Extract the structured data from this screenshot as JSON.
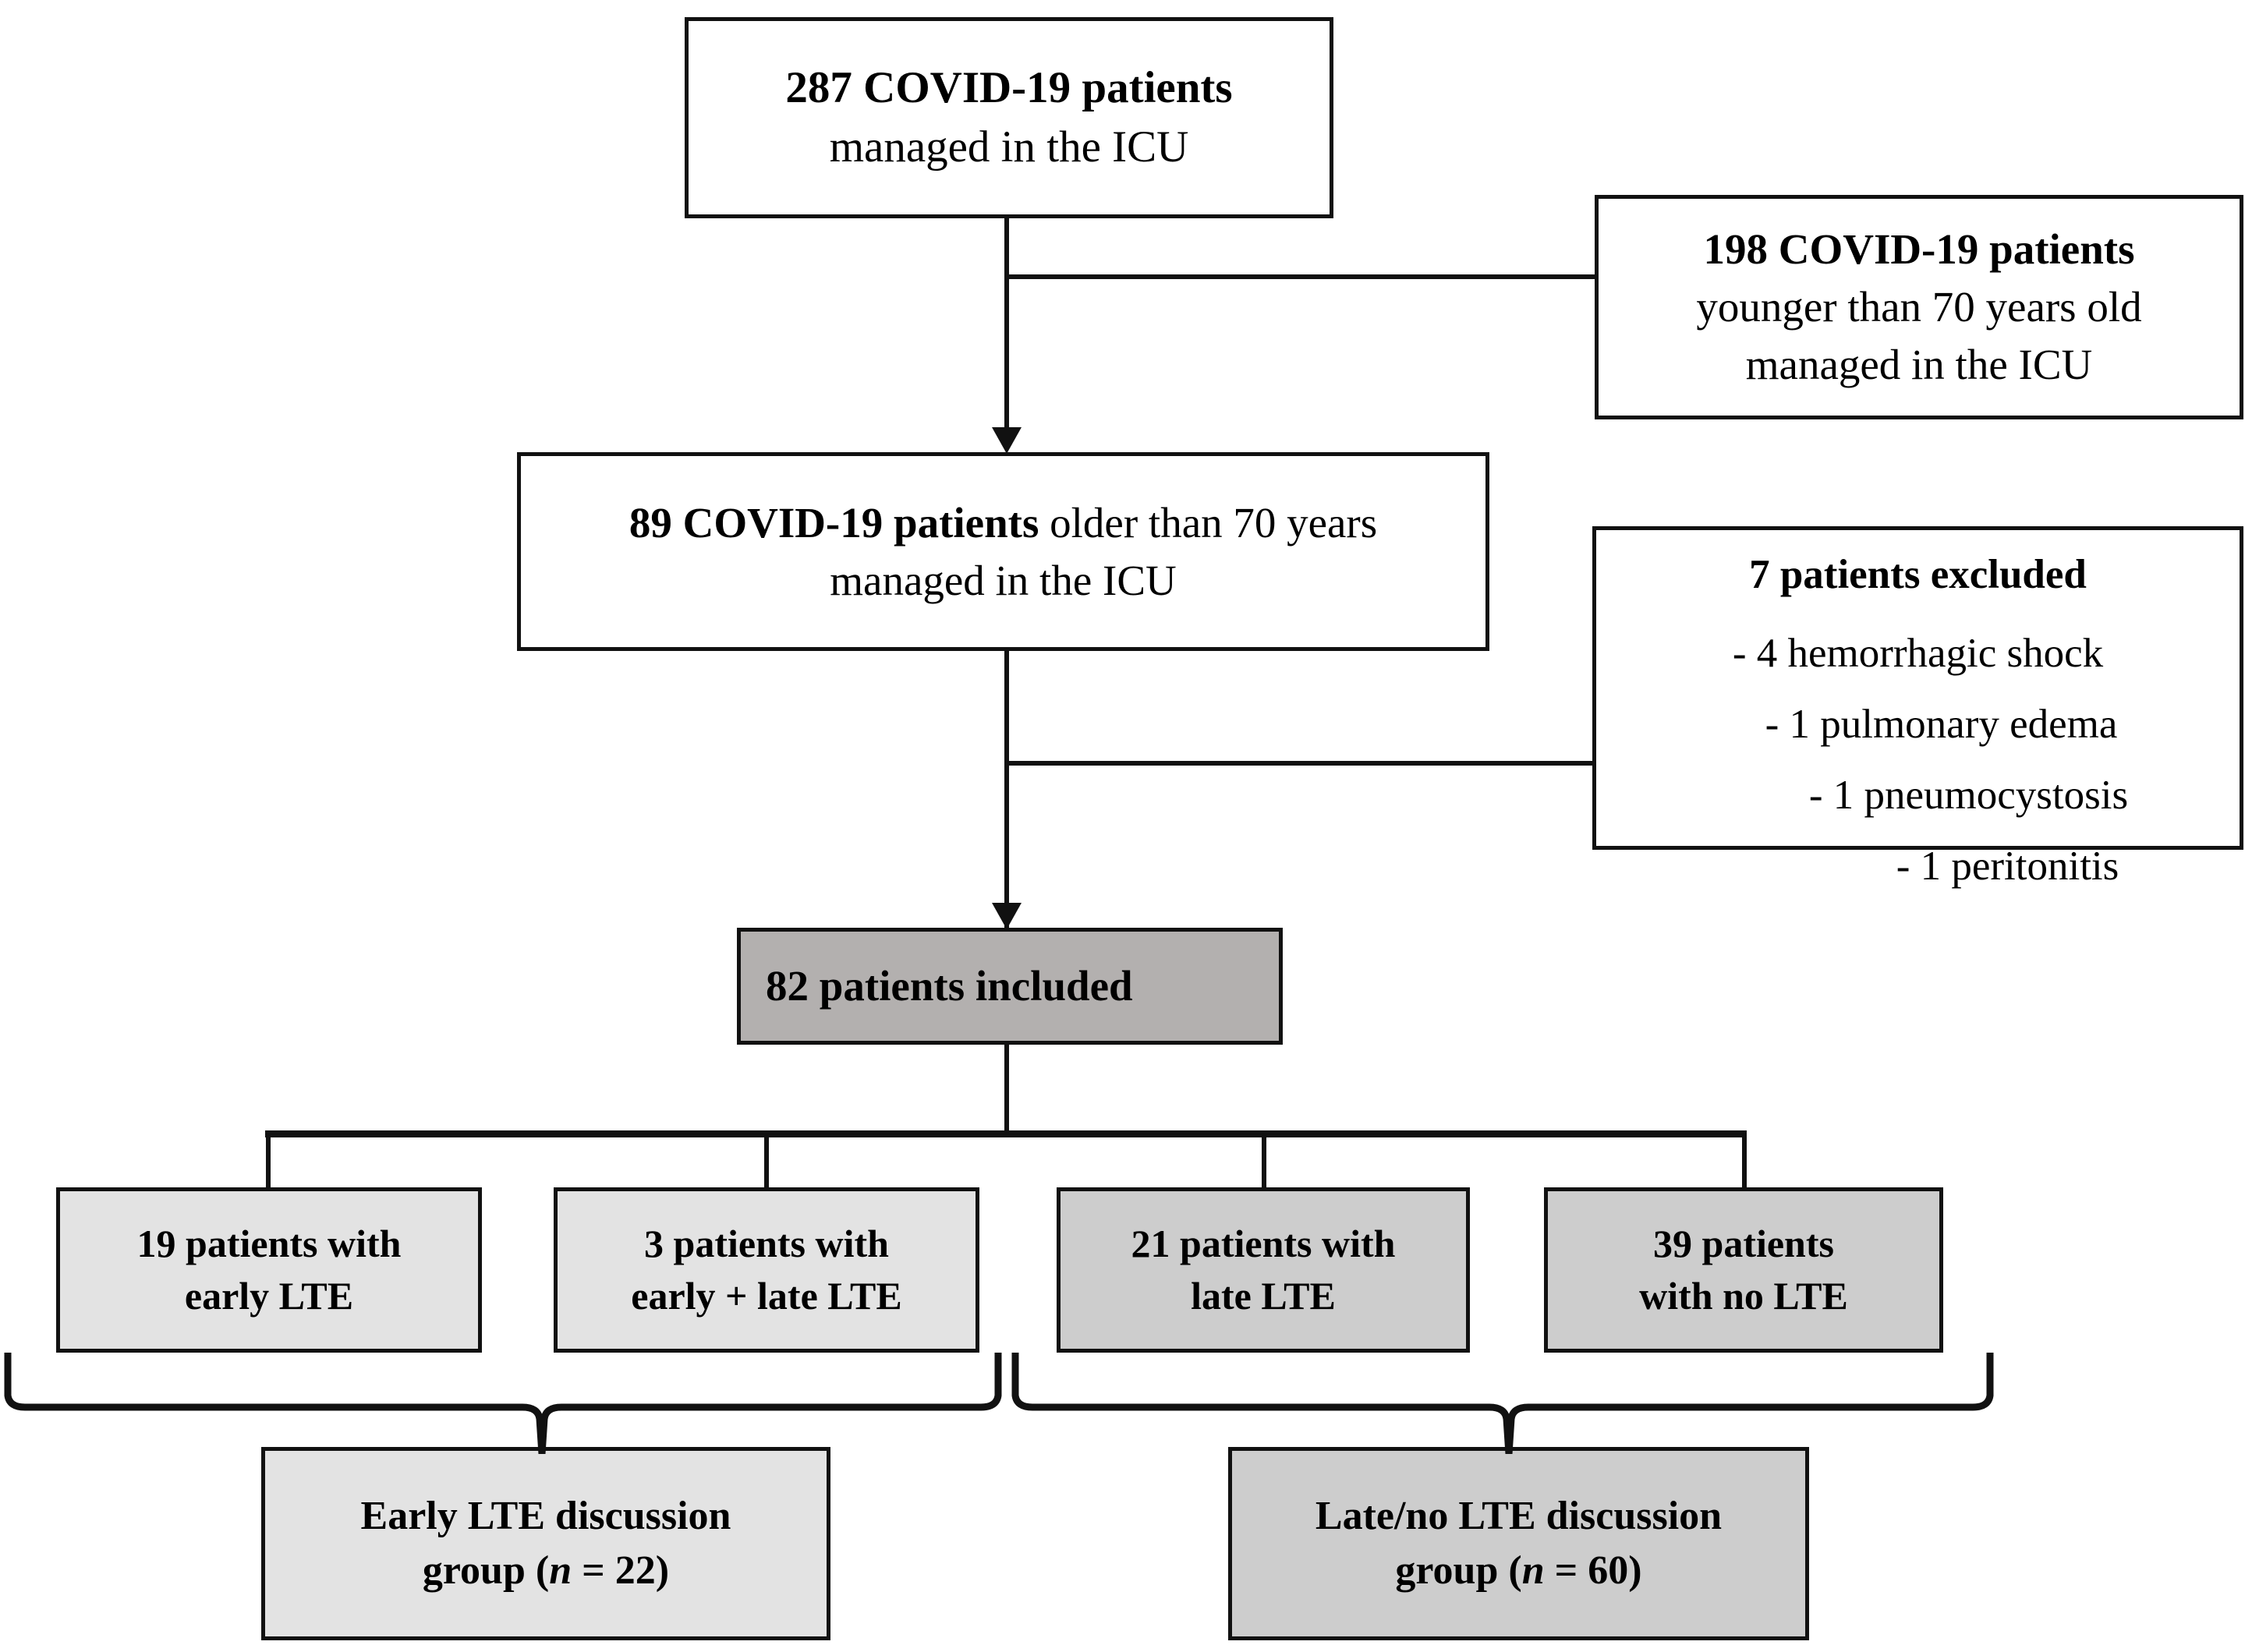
{
  "diagram": {
    "type": "flowchart",
    "title": "Patient selection flow diagram",
    "colors": {
      "line": "#111111",
      "box_fill_white": "#ffffff",
      "box_fill_light_gray": "#e3e3e3",
      "box_fill_mid_gray": "#cdcdcd",
      "box_fill_dark_gray": "#b3b0af"
    }
  },
  "nodes": {
    "total": {
      "line1_bold": "287 COVID-19 patients",
      "line2": "managed in the ICU"
    },
    "younger_excluded": {
      "line1_bold": "198 COVID-19 patients",
      "line2": "younger than 70 years old",
      "line3": "managed in the ICU"
    },
    "older": {
      "line1_bold": "89 COVID-19 patients",
      "line1_rest": " older than 70 years",
      "line2": "managed in the ICU"
    },
    "excluded": {
      "heading": "7 patients excluded",
      "items": [
        "- 4 hemorrhagic shock",
        "- 1 pulmonary edema",
        "- 1 pneumocystosis",
        "- 1 peritonitis"
      ]
    },
    "included": {
      "label": "82 patients included"
    },
    "groups": [
      {
        "line1": "19 patients with",
        "line2": "early LTE"
      },
      {
        "line1": "3 patients with",
        "line2": "early + late LTE"
      },
      {
        "line1": "21 patients with",
        "line2": "late LTE"
      },
      {
        "line1": "39 patients",
        "line2": "with no LTE"
      }
    ],
    "summaries": [
      {
        "line1": "Early LTE discussion",
        "group_word": "group (",
        "n_symbol": "n",
        "n_value": " = 22)"
      },
      {
        "line1": "Late/no LTE discussion",
        "group_word": "group (",
        "n_symbol": "n",
        "n_value": " = 60)"
      }
    ]
  }
}
